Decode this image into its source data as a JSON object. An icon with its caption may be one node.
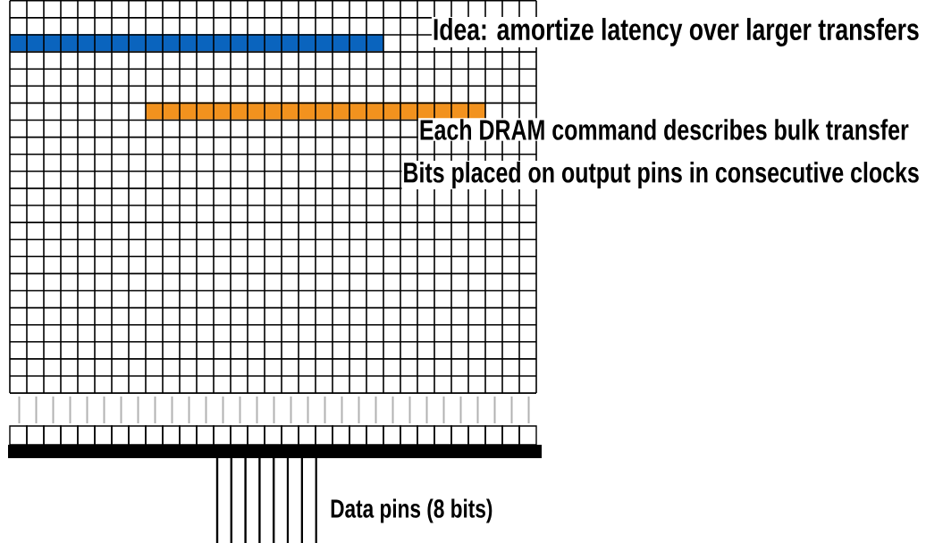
{
  "diagram": {
    "title": "Idea: amortize latency over larger transfers",
    "labels": [
      "Each DRAM command describes bulk transfer",
      "Bits placed on output pins in consecutive clocks",
      "Data pins (8 bits)"
    ]
  }
}
